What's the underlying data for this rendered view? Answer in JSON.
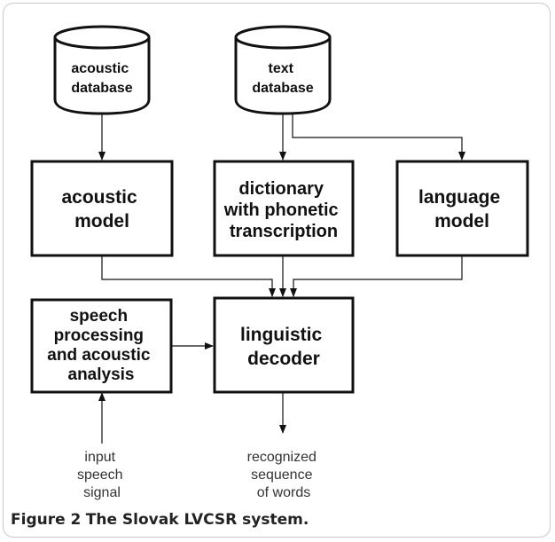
{
  "diagram": {
    "nodes": {
      "acoustic_db": [
        "acoustic",
        "database"
      ],
      "text_db": [
        "text",
        "database"
      ],
      "acoustic_model": [
        "acoustic",
        "model"
      ],
      "dictionary": [
        "dictionary",
        "with phonetic",
        "transcription"
      ],
      "language_model": [
        "language",
        "model"
      ],
      "speech_processing": [
        "speech",
        "processing",
        "and acoustic",
        "analysis"
      ],
      "linguistic_decoder": [
        "linguistic",
        "decoder"
      ]
    },
    "labels": {
      "input": [
        "input",
        "speech",
        "signal"
      ],
      "output": [
        "recognized",
        "sequence",
        "of words"
      ]
    }
  },
  "caption": {
    "figure_label": "Figure 2",
    "title": "The Slovak LVCSR system."
  },
  "colors": {
    "stroke": "#111111",
    "text": "#111111",
    "label_text": "#333333",
    "frame": "#c9c9c9"
  }
}
